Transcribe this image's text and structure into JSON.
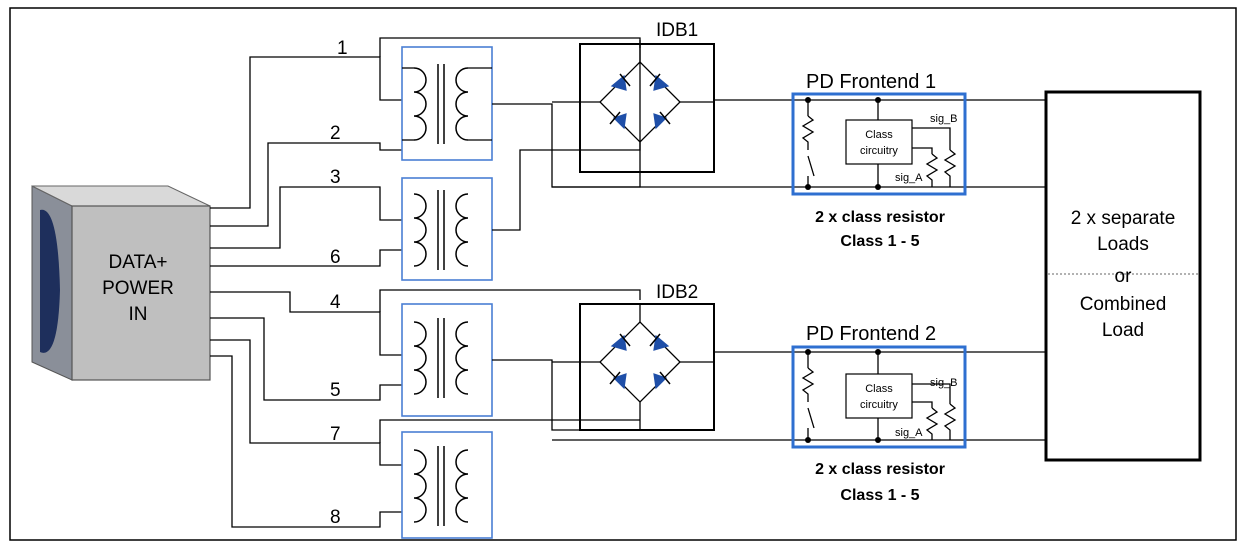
{
  "source": {
    "line1": "DATA+",
    "line2": "POWER",
    "line3": "IN"
  },
  "pairs": {
    "p1": "1",
    "p2": "2",
    "p3": "3",
    "p6": "6",
    "p4": "4",
    "p5": "5",
    "p7": "7",
    "p8": "8"
  },
  "bridges": {
    "idb1": "IDB1",
    "idb2": "IDB2"
  },
  "frontends": [
    {
      "title": "PD Frontend 1",
      "class_block_line1": "Class",
      "class_block_line2": "circuitry",
      "sig_b": "sig_B",
      "sig_a": "sig_A",
      "caption_line1": "2 x class resistor",
      "caption_line2": "Class 1 - 5"
    },
    {
      "title": "PD Frontend 2",
      "class_block_line1": "Class",
      "class_block_line2": "circuitry",
      "sig_b": "sig_B",
      "sig_a": "sig_A",
      "caption_line1": "2 x class resistor",
      "caption_line2": "Class 1 - 5"
    }
  ],
  "load": {
    "line1": "2 x separate",
    "line2": "Loads",
    "line3": "or",
    "line4": "Combined",
    "line5": "Load"
  },
  "colors": {
    "accent_blue": "#2e6fd0",
    "diode_blue": "#1f4fa8",
    "jack_gray": "#bfbfbf",
    "jack_navy": "#1e2f5c"
  }
}
